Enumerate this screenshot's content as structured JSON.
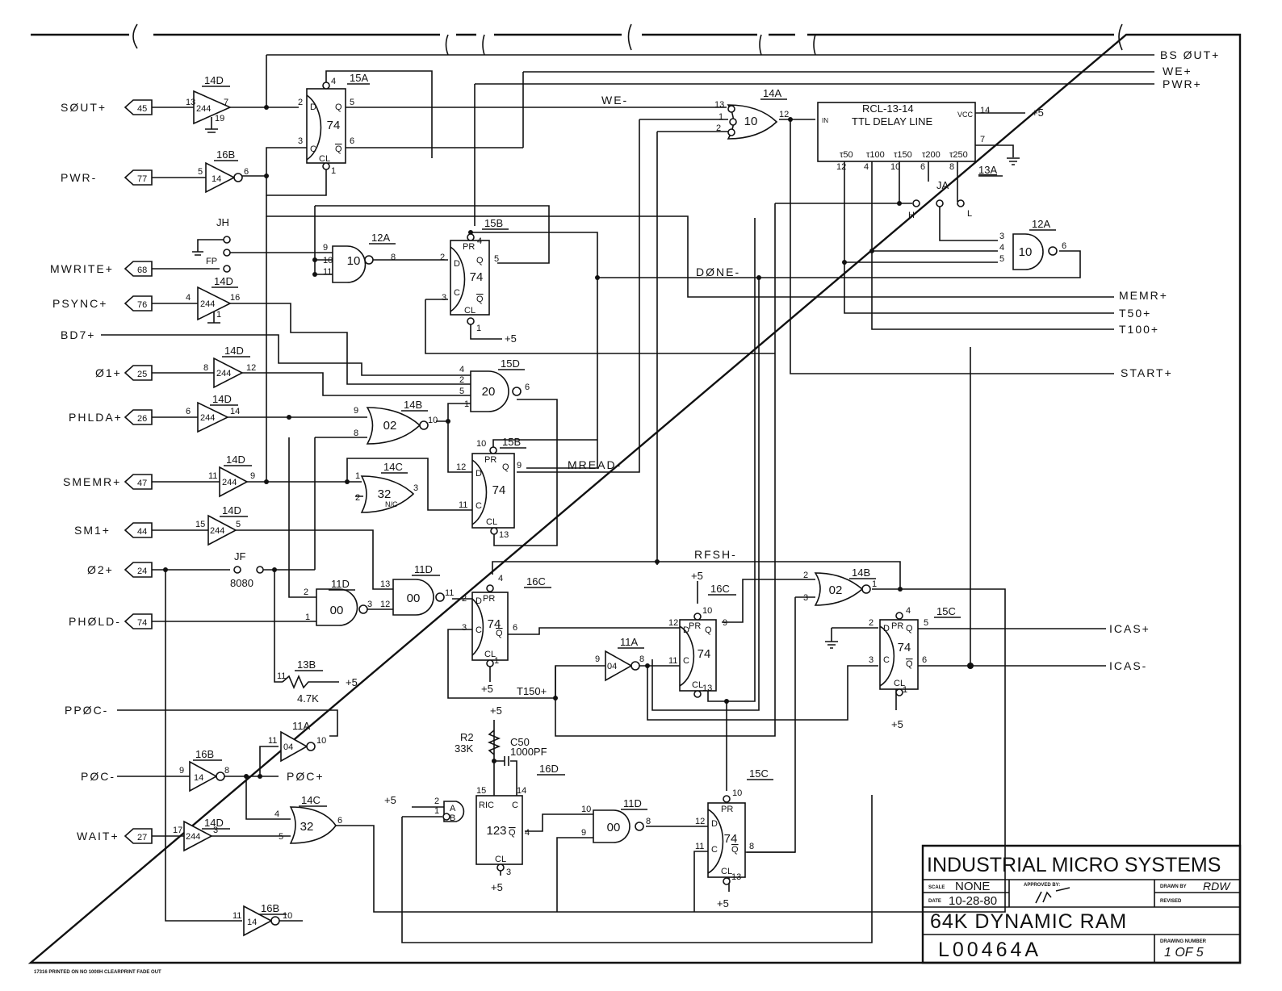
{
  "title_block": {
    "company": "INDUSTRIAL MICRO SYSTEMS",
    "scale_label": "SCALE",
    "scale": "NONE",
    "date_label": "DATE",
    "date": "10-28-80",
    "approved_label": "APPROVED BY:",
    "drawn_label": "DRAWN BY",
    "drawn_by": "RDW",
    "revised_label": "REVISED",
    "drawing_title": "64K DYNAMIC RAM",
    "drawing_id": "L00464A",
    "drawing_number_label": "DRAWING NUMBER",
    "sheet": "1 OF 5"
  },
  "footer_note": "17316   PRINTED ON NO 1000H CLEARPRINT FADE OUT",
  "inputs": [
    {
      "name": "SØUT+",
      "pin": "45"
    },
    {
      "name": "PWR-",
      "pin": "77"
    },
    {
      "name": "MWRITE+",
      "pin": "68"
    },
    {
      "name": "PSYNC+",
      "pin": "76"
    },
    {
      "name": "BD7+",
      "pin": ""
    },
    {
      "name": "Ø1+",
      "pin": "25"
    },
    {
      "name": "PHLDA+",
      "pin": "26"
    },
    {
      "name": "SMEMR+",
      "pin": "47"
    },
    {
      "name": "SM1+",
      "pin": "44"
    },
    {
      "name": "Ø2+",
      "pin": "24"
    },
    {
      "name": "PHØLD-",
      "pin": "74"
    },
    {
      "name": "PPØC-",
      "pin": ""
    },
    {
      "name": "PØC-",
      "pin": ""
    },
    {
      "name": "WAIT+",
      "pin": "27"
    }
  ],
  "outputs": [
    {
      "name": "BS ØUT+"
    },
    {
      "name": "WE+"
    },
    {
      "name": "PWR+"
    },
    {
      "name": "MEMR+"
    },
    {
      "name": "T50+"
    },
    {
      "name": "T100+"
    },
    {
      "name": "START+"
    },
    {
      "name": "ICAS+"
    },
    {
      "name": "ICAS-"
    }
  ],
  "net_labels": {
    "we_minus": "WE-",
    "done_minus": "DØNE-",
    "mread_minus": "MREAD-",
    "rfsh_minus": "RFSH-",
    "t150_plus": "T150+",
    "poc_plus": "PØC+",
    "plus5": "+5",
    "nc": "N/C"
  },
  "jumpers": {
    "jh": "JH",
    "fp": "FP",
    "jf": "JF",
    "jf_note": "8080",
    "ja": "JA",
    "ja_h": "H",
    "ja_l": "L"
  },
  "delay_line": {
    "ref": "13A",
    "part": "RCL-13-14",
    "desc": "TTL DELAY LINE",
    "in": "IN",
    "vcc": "VCC",
    "taps": [
      "τ50",
      "τ100",
      "τ150",
      "τ200",
      "τ250"
    ],
    "tap_pins": [
      "12",
      "4",
      "10",
      "6",
      "8"
    ],
    "vcc_pin": "14",
    "gnd_pin": "7"
  },
  "parts": {
    "u14d_a": {
      "ref": "14D",
      "type": "244",
      "pins": [
        "13",
        "7",
        "19"
      ]
    },
    "u16b_a": {
      "ref": "16B",
      "type": "14",
      "pins": [
        "5",
        "6"
      ]
    },
    "u15a": {
      "ref": "15A",
      "type": "74",
      "pins": [
        "2",
        "3",
        "5",
        "6",
        "4",
        "1"
      ]
    },
    "u14a": {
      "ref": "14A",
      "type": "10",
      "pins": [
        "13",
        "1",
        "2",
        "12"
      ]
    },
    "u12a_a": {
      "ref": "12A",
      "type": "10",
      "pins": [
        "9",
        "10",
        "11",
        "8"
      ]
    },
    "u15b_a": {
      "ref": "15B",
      "type": "74",
      "pins": [
        "2",
        "3",
        "5",
        "4",
        "1"
      ]
    },
    "u12a_b": {
      "ref": "12A",
      "type": "10",
      "pins": [
        "3",
        "4",
        "5",
        "6"
      ]
    },
    "u14d_b": {
      "ref": "14D",
      "type": "244",
      "pins": [
        "4",
        "16",
        "1"
      ]
    },
    "u14d_c": {
      "ref": "14D",
      "type": "244",
      "pins": [
        "8",
        "12"
      ]
    },
    "u15d": {
      "ref": "15D",
      "type": "20",
      "pins": [
        "4",
        "2",
        "5",
        "1",
        "6"
      ]
    },
    "u14d_d": {
      "ref": "14D",
      "type": "244",
      "pins": [
        "6",
        "14"
      ]
    },
    "u14b_a": {
      "ref": "14B",
      "type": "02",
      "pins": [
        "9",
        "8",
        "10"
      ]
    },
    "u15b_b": {
      "ref": "15B",
      "type": "74",
      "pins": [
        "12",
        "11",
        "9",
        "10",
        "13"
      ]
    },
    "u14d_e": {
      "ref": "14D",
      "type": "244",
      "pins": [
        "11",
        "9"
      ]
    },
    "u14c_a": {
      "ref": "14C",
      "type": "32",
      "pins": [
        "1",
        "2",
        "3"
      ]
    },
    "u14d_f": {
      "ref": "14D",
      "type": "244",
      "pins": [
        "15",
        "5"
      ]
    },
    "u11d_a": {
      "ref": "11D",
      "type": "00",
      "pins": [
        "2",
        "1",
        "3"
      ]
    },
    "u11d_b": {
      "ref": "11D",
      "type": "00",
      "pins": [
        "13",
        "12",
        "11"
      ]
    },
    "u16c_a": {
      "ref": "16C",
      "type": "74",
      "pins": [
        "2",
        "3",
        "6",
        "4",
        "1"
      ]
    },
    "u11a_a": {
      "ref": "11A",
      "type": "04",
      "pins": [
        "9",
        "8"
      ]
    },
    "u16c_b": {
      "ref": "16C",
      "type": "74",
      "pins": [
        "12",
        "11",
        "9",
        "10",
        "13"
      ]
    },
    "u14b_b": {
      "ref": "14B",
      "type": "02",
      "pins": [
        "2",
        "3",
        "1"
      ]
    },
    "u15c_a": {
      "ref": "15C",
      "type": "74",
      "pins": [
        "2",
        "3",
        "5",
        "6",
        "4",
        "1"
      ]
    },
    "r13b": {
      "ref": "13B",
      "value": "4.7K",
      "pin": "11"
    },
    "u11a_b": {
      "ref": "11A",
      "type": "04",
      "pins": [
        "11",
        "10"
      ]
    },
    "u16b_b": {
      "ref": "16B",
      "type": "14",
      "pins": [
        "9",
        "8"
      ]
    },
    "u14d_g": {
      "ref": "14D",
      "type": "244",
      "pins": [
        "17",
        "3"
      ]
    },
    "u14c_b": {
      "ref": "14C",
      "type": "32",
      "pins": [
        "4",
        "5",
        "6"
      ]
    },
    "u16b_c": {
      "ref": "16B",
      "type": "14",
      "pins": [
        "11",
        "10"
      ]
    },
    "r2": {
      "ref": "R2",
      "value": "33K"
    },
    "c50": {
      "ref": "C50",
      "value": "1000PF"
    },
    "u16d": {
      "ref": "16D",
      "type": "123",
      "pins": [
        "2",
        "1",
        "15",
        "14",
        "4",
        "3"
      ],
      "labels": [
        "A",
        "B",
        "RIC",
        "C",
        "CL"
      ]
    },
    "u11d_c": {
      "ref": "11D",
      "type": "00",
      "pins": [
        "10",
        "9",
        "8"
      ]
    },
    "u15c_b": {
      "ref": "15C",
      "type": "74",
      "pins": [
        "12",
        "11",
        "8",
        "10",
        "13"
      ]
    }
  },
  "ff_labels": {
    "d": "D",
    "c": "C",
    "q": "Q",
    "qbar": "Q",
    "pr": "PR",
    "cl": "CL"
  }
}
